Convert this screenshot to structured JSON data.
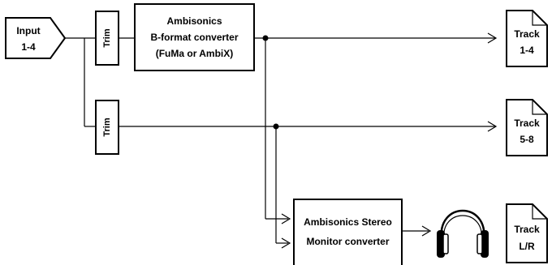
{
  "input": {
    "line1": "Input",
    "line2": "1-4"
  },
  "trim_top": "Trim",
  "trim_bottom": "Trim",
  "bformat_converter": {
    "line1": "Ambisonics",
    "line2": "B-format converter",
    "line3": "(FuMa or AmbiX)"
  },
  "monitor_converter": {
    "line1": "Ambisonics Stereo",
    "line2": "Monitor converter"
  },
  "tracks": [
    {
      "line1": "Track",
      "line2": "1-4"
    },
    {
      "line1": "Track",
      "line2": "5-8"
    },
    {
      "line1": "Track",
      "line2": "L/R"
    }
  ],
  "icons": {
    "headphones": "headphones-icon"
  }
}
